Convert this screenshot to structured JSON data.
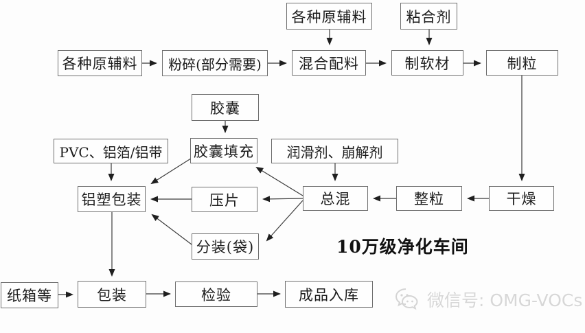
{
  "diagram": {
    "type": "flowchart",
    "labels": {
      "clean_room": "10万级净化车间"
    },
    "watermark": {
      "icon": "wechat-icon",
      "text": "微信号: OMG-VOCs"
    },
    "nodes": {
      "raw_top": "各种原辅料",
      "binder": "粘合剂",
      "raw_left": "各种原辅料",
      "crush": "粉碎(部分需要)",
      "mix": "混合配料",
      "soft": "制软材",
      "granulate": "制粒",
      "capsule": "胶囊",
      "pvc": "PVC、铝箔/铝带",
      "fill": "胶囊填充",
      "lubricant": "润滑剂、崩解剂",
      "blister": "铝塑包装",
      "press": "压片",
      "finalmix": "总混",
      "sizing": "整粒",
      "dry": "干燥",
      "bag": "分装(袋)",
      "carton": "纸箱等",
      "pack": "包装",
      "inspect": "检验",
      "store": "成品入库"
    },
    "edges": [
      {
        "from": "raw_top",
        "to": "mix"
      },
      {
        "from": "binder",
        "to": "soft"
      },
      {
        "from": "raw_left",
        "to": "crush"
      },
      {
        "from": "crush",
        "to": "mix"
      },
      {
        "from": "mix",
        "to": "soft"
      },
      {
        "from": "soft",
        "to": "granulate"
      },
      {
        "from": "granulate",
        "to": "dry"
      },
      {
        "from": "dry",
        "to": "sizing"
      },
      {
        "from": "sizing",
        "to": "finalmix"
      },
      {
        "from": "lubricant",
        "to": "finalmix"
      },
      {
        "from": "capsule",
        "to": "fill"
      },
      {
        "from": "finalmix",
        "to": "fill"
      },
      {
        "from": "finalmix",
        "to": "press"
      },
      {
        "from": "finalmix",
        "to": "bag"
      },
      {
        "from": "fill",
        "to": "blister"
      },
      {
        "from": "press",
        "to": "blister"
      },
      {
        "from": "bag",
        "to": "blister"
      },
      {
        "from": "pvc",
        "to": "blister"
      },
      {
        "from": "blister",
        "to": "pack"
      },
      {
        "from": "carton",
        "to": "pack"
      },
      {
        "from": "pack",
        "to": "inspect"
      },
      {
        "from": "inspect",
        "to": "store"
      }
    ],
    "colors": {
      "box_border": "#6e6e6e",
      "arrow": "#2f2f2f",
      "text": "#1c1c1c",
      "watermark": "#d7d7d7",
      "background": "#fdfdfd"
    }
  }
}
